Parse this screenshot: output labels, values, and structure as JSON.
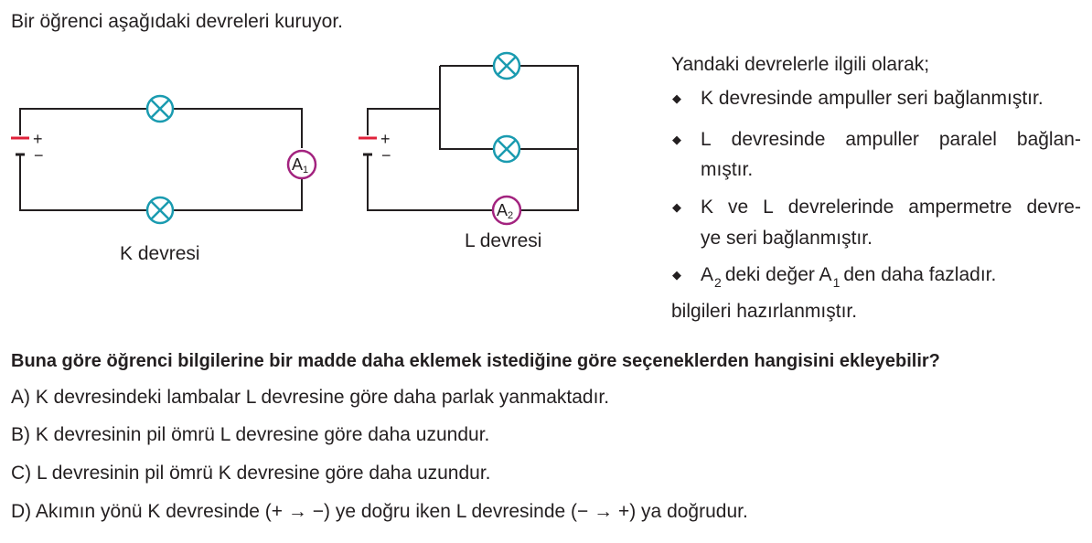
{
  "intro": "Bir öğrenci aşağıdaki devreleri kuruyor.",
  "circuit_k": {
    "caption": "K devresi",
    "ammeter_letter": "A",
    "ammeter_index": "1",
    "plus": "+",
    "minus": "−"
  },
  "circuit_l": {
    "caption": "L devresi",
    "ammeter_letter": "A",
    "ammeter_index": "2",
    "plus": "+",
    "minus": "−"
  },
  "info": {
    "heading": "Yandaki devrelerle ilgili olarak;",
    "bullet_symbol": "◆",
    "item1": "K devresinde ampuller seri bağlanmıştır.",
    "item2_line1_words": [
      "L",
      "devresinde",
      "ampuller",
      "paralel",
      "bağlan-"
    ],
    "item2_line2": "mıştır.",
    "item3_line1_words": [
      "K",
      "ve",
      "L",
      "devrelerinde",
      "ampermetre",
      "devre-"
    ],
    "item3_line2": "ye seri bağlanmıştır.",
    "item4": {
      "a": "A",
      "sub_a": "2",
      "middle": "deki değer A",
      "sub_b": "1",
      "end": "den daha fazladır."
    },
    "footer": "bilgileri hazırlanmıştır."
  },
  "question": "Buna göre öğrenci bilgilerine bir madde daha eklemek istediğine göre seçeneklerden hangisini ekleyebilir?",
  "options": [
    "A) K devresindeki lambalar L devresine göre daha parlak yanmaktadır.",
    "B) K devresinin pil ömrü L devresine göre daha uzundur.",
    "C) L devresinin pil ömrü K devresine göre daha uzundur.",
    "D) Akımın yönü K devresinde (+ → −) ye doğru iken L devresinde (− → +) ya doğrudur."
  ],
  "colors": {
    "wire": "#231f20",
    "lamp": "#1a9bb0",
    "ammeter": "#a3237f",
    "battery_plus": "#e0213a"
  }
}
